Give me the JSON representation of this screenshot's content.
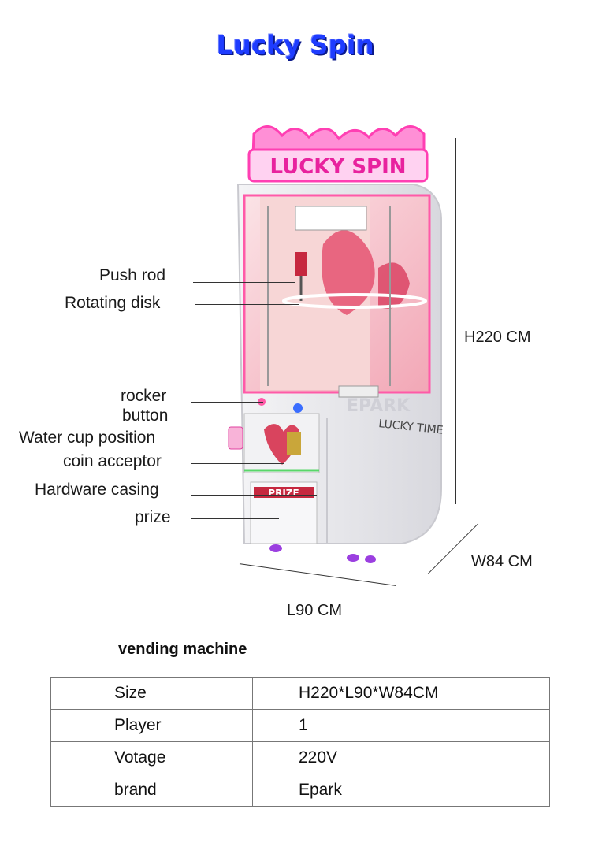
{
  "title": "Lucky Spin",
  "machine": {
    "sign_text": "LUCKY SPIN",
    "brand_mark": "EPARK",
    "side_text": "LUCKY TIME",
    "prize_label": "PRIZE"
  },
  "callouts": [
    {
      "id": "push-rod",
      "label": "Push rod"
    },
    {
      "id": "rotating-disk",
      "label": "Rotating disk"
    },
    {
      "id": "rocker",
      "label": "rocker"
    },
    {
      "id": "button",
      "label": "button"
    },
    {
      "id": "water-cup",
      "label": "Water cup position"
    },
    {
      "id": "coin-acceptor",
      "label": "coin acceptor"
    },
    {
      "id": "hardware-casing",
      "label": "Hardware casing"
    },
    {
      "id": "prize",
      "label": "prize"
    }
  ],
  "dimensions": {
    "height": "H220 CM",
    "width": "W84 CM",
    "length": "L90 CM"
  },
  "spec": {
    "heading": "vending machine",
    "rows": [
      {
        "key": "Size",
        "value": "H220*L90*W84CM"
      },
      {
        "key": "Player",
        "value": "1"
      },
      {
        "key": "Votage",
        "value": "220V"
      },
      {
        "key": "brand",
        "value": "Epark"
      }
    ]
  },
  "colors": {
    "title": "#1e3cff",
    "neon_pink": "#ff3fb3",
    "cabinet": "#ecebef",
    "interior": "#f6c6cf"
  }
}
